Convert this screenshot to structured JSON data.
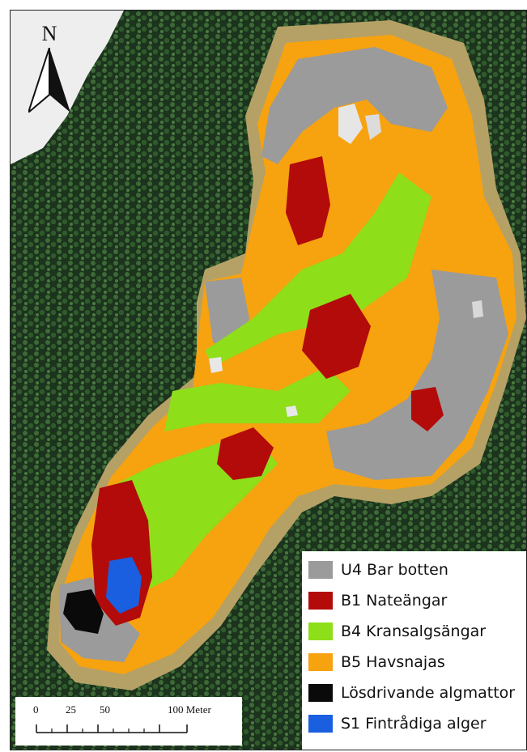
{
  "north_arrow": {
    "letter": "N"
  },
  "scale_bar": {
    "ticks": [
      "0",
      "25",
      "50",
      "100 Meter"
    ]
  },
  "legend": {
    "items": [
      {
        "label": "U4 Bar botten",
        "color": "#9b9b9b"
      },
      {
        "label": "B1 Nateängar",
        "color": "#b30a0a"
      },
      {
        "label": "B4 Kransalgsängar",
        "color": "#8ede1a"
      },
      {
        "label": "B5 Havsnajas",
        "color": "#f7a20f"
      },
      {
        "label": "Lösdrivande algmattor",
        "color": "#0a0a0a"
      },
      {
        "label": "S1 Fintrådiga alger",
        "color": "#1a5fe0"
      }
    ]
  },
  "colors": {
    "forest": "#1f3a22",
    "forest_light": "#3c6b35",
    "shore": "#b9a46a",
    "snow": "#f1f1f1"
  }
}
